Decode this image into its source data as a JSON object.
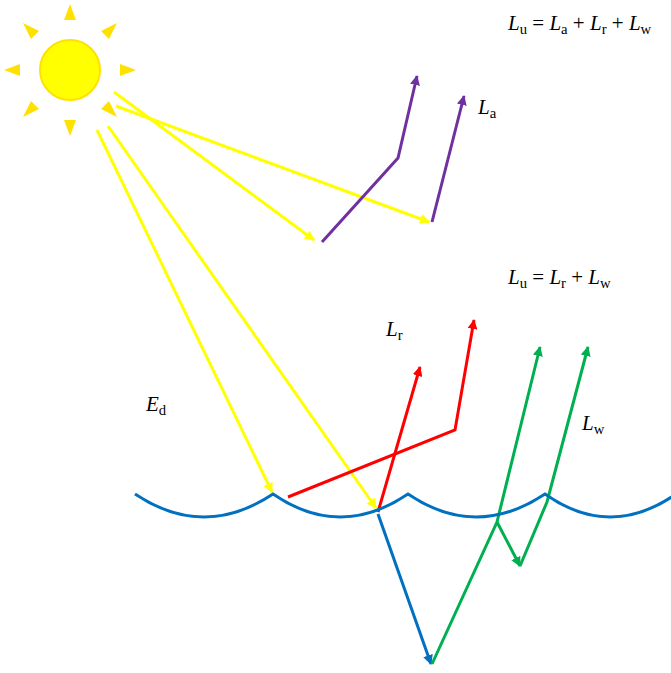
{
  "diagram": {
    "labels": [
      "Lu = La + Lr + Lw",
      "La",
      "Lu = Lr + Lw",
      "Lr",
      "Ed",
      "Lw"
    ]
  }
}
